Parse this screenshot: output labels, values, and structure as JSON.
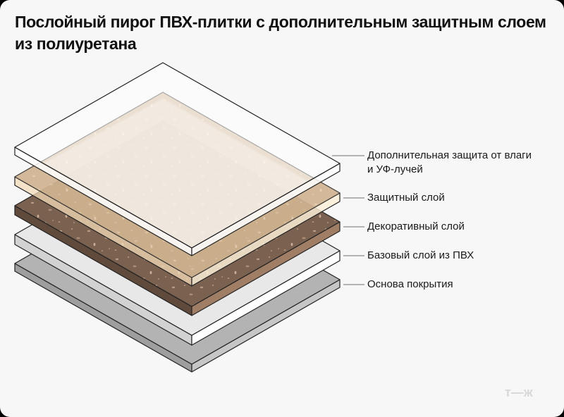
{
  "title": "Послойный пирог ПВХ-плитки с дополнительным защитным слоем из полиуретана",
  "layers": [
    {
      "label_line1": "Дополнительная защита от влаги",
      "label_line2": "и УФ-лучей",
      "top_color": "#ffffff",
      "side_left": "#ffffff",
      "side_right": "#ffffff",
      "opacity": 0.72
    },
    {
      "label_line1": "Защитный слой",
      "top_color": "#f7e3c4",
      "side_left": "#f3dcb8",
      "side_right": "#fbeed7",
      "opacity": 0.55
    },
    {
      "label_line1": "Декоративный слой",
      "top_color": "#7b6150",
      "side_left": "#5f4a3c",
      "side_right": "#a07e66",
      "opacity": 1
    },
    {
      "label_line1": "Базовый слой из ПВХ",
      "top_color": "#e8e8e8",
      "side_left": "#d2d2d2",
      "side_right": "#ffffff",
      "opacity": 1
    },
    {
      "label_line1": "Основа покрытия",
      "top_color": "#b3b3b3",
      "side_left": "#9e9e9e",
      "side_right": "#c9c9c9",
      "opacity": 1
    }
  ],
  "leader_color": "#8a8a8a",
  "background": "#f7f7f7",
  "logo": "т—ж"
}
